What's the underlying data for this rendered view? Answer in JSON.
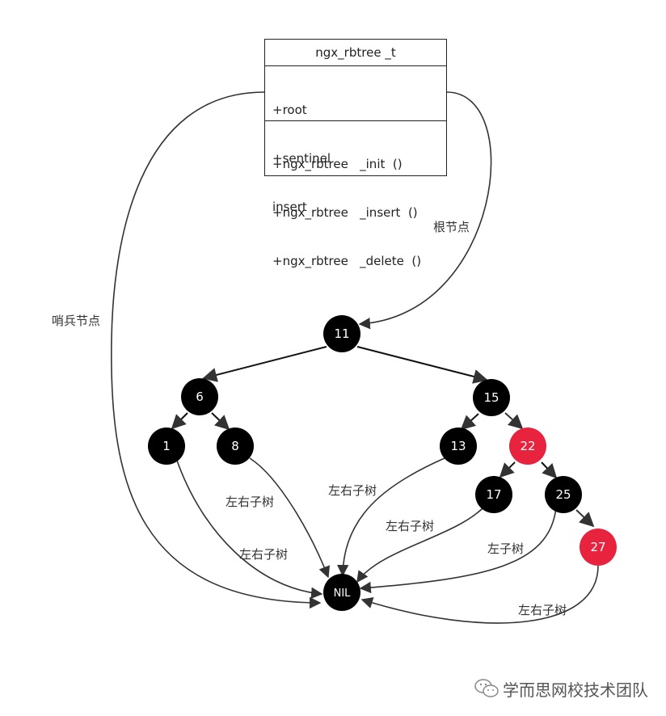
{
  "struct": {
    "title": "ngx_rbtree    _t",
    "attributes": [
      "+root",
      "+sentinel",
      "insert"
    ],
    "operations": [
      "+ngx_rbtree   _init  ()",
      "+ngx_rbtree   _insert  ()",
      "+ngx_rbtree   _delete  ()"
    ]
  },
  "labels": {
    "root": "根节点",
    "sentinel": "哨兵节点",
    "lr_subtree_1": "左右子树",
    "lr_subtree_8": "左右子树",
    "lr_subtree_13": "左右子树",
    "lr_subtree_17": "左右子树",
    "l_subtree_25": "左子树",
    "lr_subtree_27": "左右子树"
  },
  "nodes": [
    {
      "id": "n11",
      "label": "11",
      "color": "black"
    },
    {
      "id": "n6",
      "label": "6",
      "color": "black"
    },
    {
      "id": "n15",
      "label": "15",
      "color": "black"
    },
    {
      "id": "n1",
      "label": "1",
      "color": "black"
    },
    {
      "id": "n8",
      "label": "8",
      "color": "black"
    },
    {
      "id": "n13",
      "label": "13",
      "color": "black"
    },
    {
      "id": "n22",
      "label": "22",
      "color": "red"
    },
    {
      "id": "n17",
      "label": "17",
      "color": "black"
    },
    {
      "id": "n25",
      "label": "25",
      "color": "black"
    },
    {
      "id": "n27",
      "label": "27",
      "color": "red"
    },
    {
      "id": "nil",
      "label": "NIL",
      "color": "black"
    }
  ],
  "colors": {
    "black": "#000000",
    "red": "#e8233e",
    "edge": "#333333"
  },
  "watermark": {
    "text": "学而思网校技术团队",
    "icon": "wechat-icon"
  }
}
